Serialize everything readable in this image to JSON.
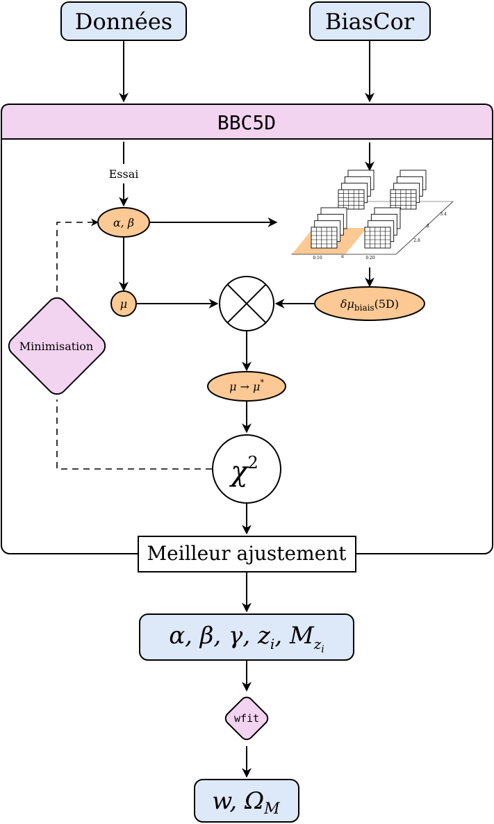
{
  "nodes": {
    "donnees": "Données",
    "biascor": "BiasCor",
    "bbc5d": "BBC5D",
    "essai": "Essai",
    "alpha_beta": "α, β",
    "mu": "μ",
    "delta_mu_main": "δμ",
    "delta_mu_sub": "biais",
    "delta_mu_suffix": "(5D)",
    "mu_star_main": "μ → μ",
    "mu_star_sup": "*",
    "chi_main": "χ",
    "chi_sup": "2",
    "minimisation": "Minimisation",
    "meilleur": "Meilleur ajustement",
    "params_main": "α, β, γ, z",
    "params_sub_i": "i",
    "params_M": ", M",
    "params_sub_z": "z",
    "params_sub_zi": "i",
    "wfit": "wfit",
    "result_w": "w, Ω",
    "result_sub": "M"
  },
  "plot3d": {
    "x_ticks": [
      "0.10",
      "α",
      "0.20"
    ],
    "y_ticks": [
      "2.8",
      "β",
      "3.4"
    ]
  },
  "colors": {
    "blue": "#dde8f8",
    "pink": "#f2d3f0",
    "orange": "#fcc994"
  }
}
